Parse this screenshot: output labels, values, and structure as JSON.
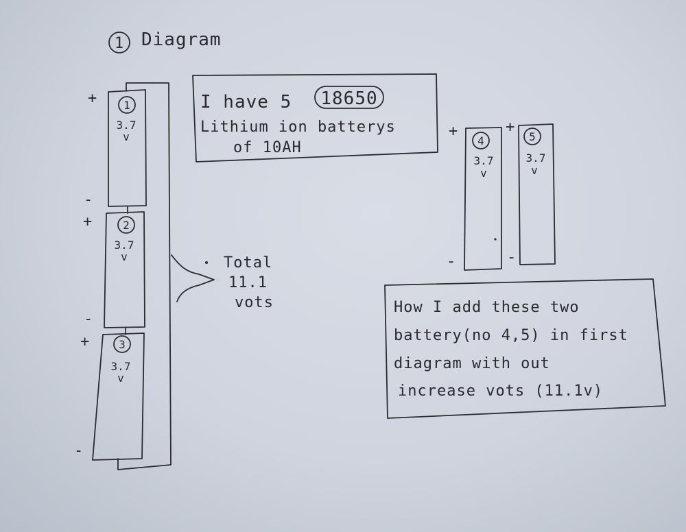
{
  "header": {
    "number": "1",
    "title": "Diagram"
  },
  "note_top": {
    "line1_prefix": "I have 5",
    "line1_circled": "18650",
    "line2": "Lithium ion batterys",
    "line3": "of 10AH"
  },
  "note_bottom": {
    "line1": "How I add these two",
    "line2": "battery(no 4,5) in first",
    "line3": "diagram with out",
    "line4": "increase vots (11.1v)"
  },
  "total": {
    "line1": "Total",
    "line2": "11.1",
    "line3": "vots"
  },
  "signs": {
    "plus": "+",
    "minus": "-"
  },
  "batteries": [
    {
      "number": "1",
      "voltage": "3.7",
      "unit": "v"
    },
    {
      "number": "2",
      "voltage": "3.7",
      "unit": "v"
    },
    {
      "number": "3",
      "voltage": "3.7",
      "unit": "v"
    },
    {
      "number": "4",
      "voltage": "3.7",
      "unit": "v"
    },
    {
      "number": "5",
      "voltage": "3.7",
      "unit": "v"
    }
  ]
}
